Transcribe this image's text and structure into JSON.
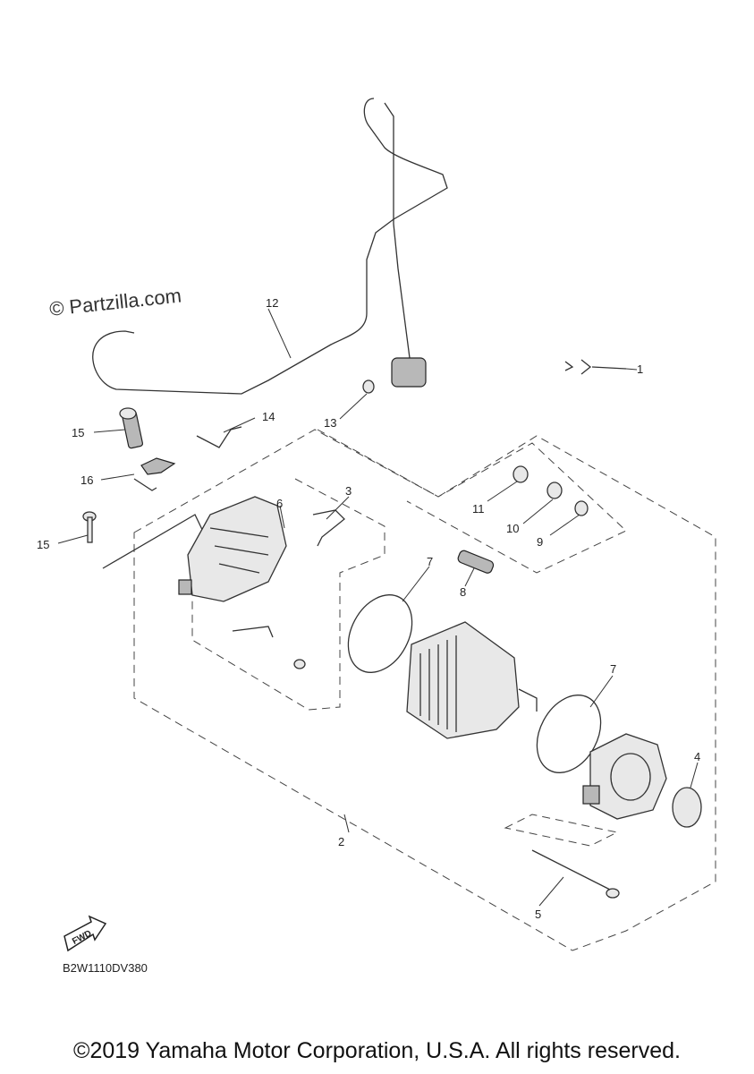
{
  "watermark": "© Partzilla.com",
  "diagram_code": "B2W1110DV380",
  "copyright": "©2019 Yamaha Motor Corporation, U.S.A. All rights reserved.",
  "fwd_badge": "FWD",
  "callouts": [
    "1",
    "2",
    "3",
    "4",
    "5",
    "6",
    "7",
    "7",
    "8",
    "9",
    "10",
    "11",
    "12",
    "13",
    "14",
    "15",
    "15",
    "16"
  ]
}
